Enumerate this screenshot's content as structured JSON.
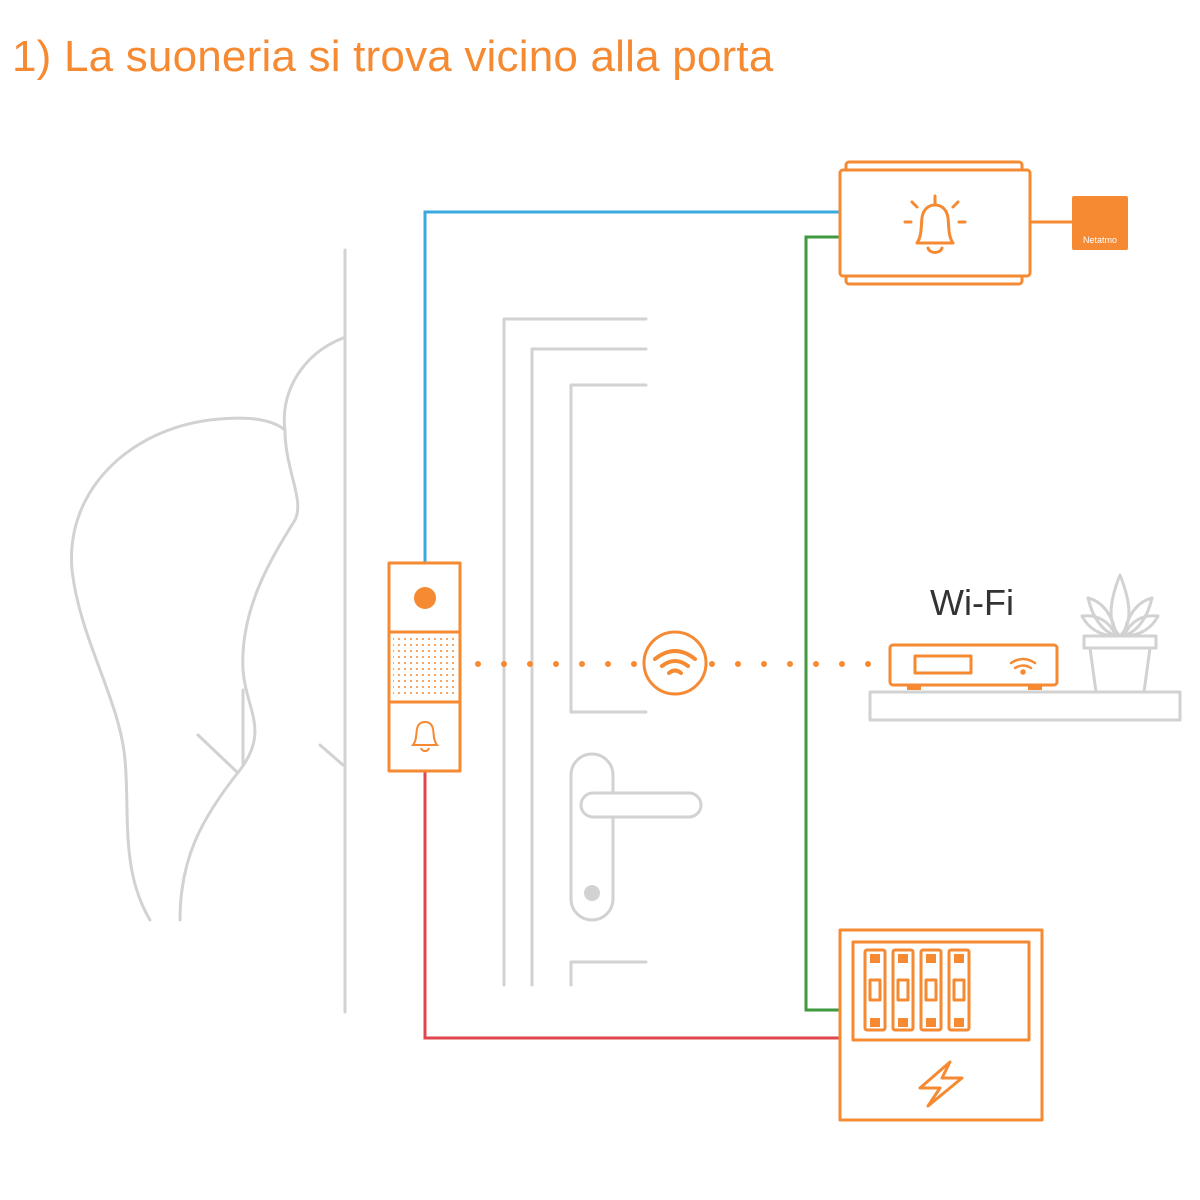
{
  "title": "1) La suoneria si trova vicino alla porta",
  "wifi_label": "Wi-Fi",
  "chime_brand": "Netatmo",
  "colors": {
    "accent": "#f58a33",
    "line_blue": "#3aa9e0",
    "line_green": "#3f9a3f",
    "line_red": "#e0474c",
    "illustration_grey": "#d2d2d2"
  },
  "icons": {
    "chime": "bell-ringing-icon",
    "doorbell_button": "bell-icon",
    "wireless": "wifi-icon",
    "router": "router-icon",
    "breakers": "circuit-breaker-icon",
    "power": "lightning-bolt-icon",
    "decor": "plant-icon"
  }
}
